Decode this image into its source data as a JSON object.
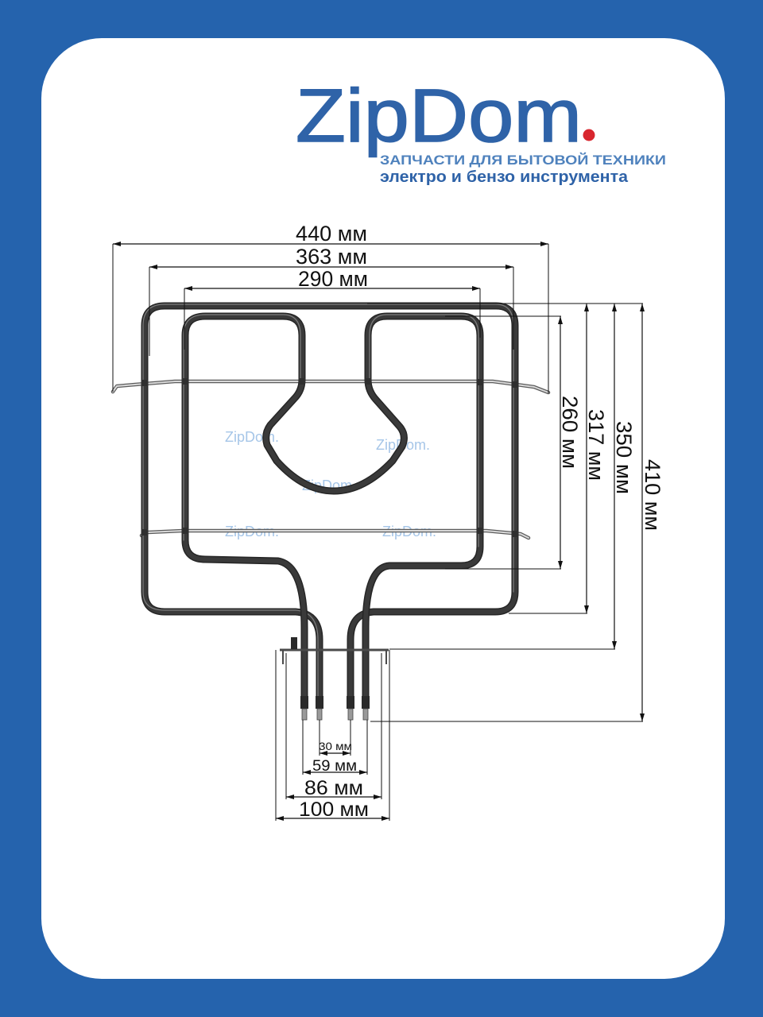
{
  "logo": {
    "name": "ZipDom",
    "tagline_line1": "ЗАПЧАСТИ ДЛЯ БЫТОВОЙ ТЕХНИКИ",
    "tagline_line2": "электро и бензо инструмента"
  },
  "watermark": "ZipDom.",
  "dimensions": {
    "top": [
      "440 мм",
      "363 мм",
      "290 мм"
    ],
    "right": [
      "260 мм",
      "317 мм",
      "350 мм",
      "410 мм"
    ],
    "bottom": [
      "30 мм",
      "59 мм",
      "86 мм",
      "100 мм"
    ]
  },
  "colors": {
    "bg": "#2563ad",
    "card": "#ffffff",
    "brand": "#2f63a8",
    "dot": "#d8262e",
    "tagline": "#4f82bd",
    "wm": "#a6c6e8",
    "tube": "#3a3a3a"
  }
}
